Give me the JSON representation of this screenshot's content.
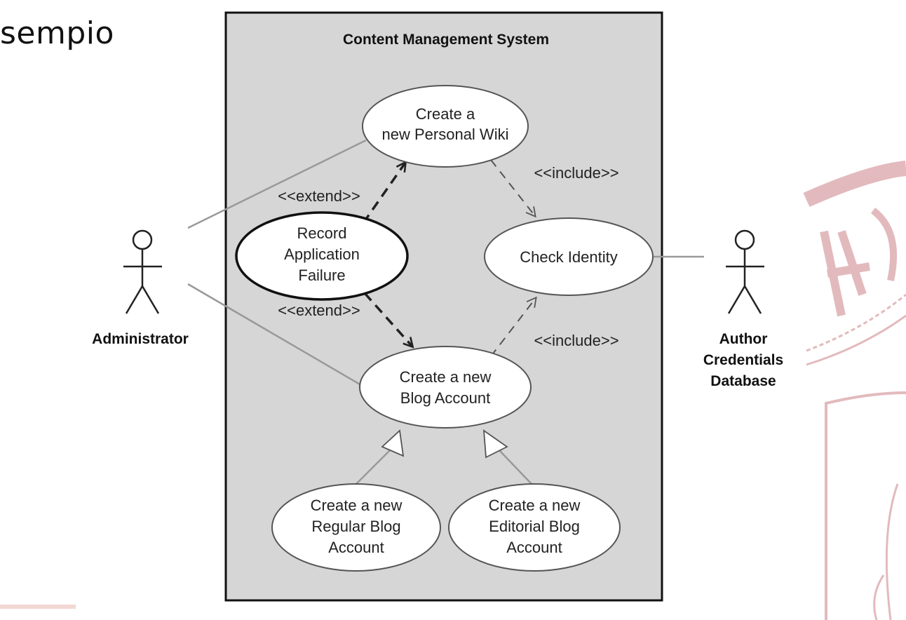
{
  "slide": {
    "title": "sempio"
  },
  "colors": {
    "system_fill": "#d6d6d6",
    "usecase_fill": "#ffffff",
    "line": "#222222",
    "association": "#999999",
    "watermark": "#d9a3a8",
    "accent_bar": "#f3d7d2"
  },
  "system": {
    "title": "Content Management System"
  },
  "actors": {
    "administrator": {
      "label": "Administrator"
    },
    "author_db": {
      "lines": [
        "Author",
        "Credentials",
        "Database"
      ]
    }
  },
  "use_cases": {
    "personal_wiki": {
      "lines": [
        "Create a",
        "new Personal Wiki"
      ]
    },
    "record_failure": {
      "lines": [
        "Record",
        "Application",
        "Failure"
      ]
    },
    "check_identity": {
      "lines": [
        "Check Identity"
      ]
    },
    "blog_account": {
      "lines": [
        "Create a new",
        "Blog Account"
      ]
    },
    "regular_blog": {
      "lines": [
        "Create a new",
        "Regular Blog",
        "Account"
      ]
    },
    "editorial_blog": {
      "lines": [
        "Create a new",
        "Editorial Blog",
        "Account"
      ]
    }
  },
  "relationships": {
    "extend_top": "<<extend>>",
    "extend_bottom": "<<extend>>",
    "include_top": "<<include>>",
    "include_bottom": "<<include>>"
  },
  "watermark": {
    "icon": "university-seal-icon"
  }
}
